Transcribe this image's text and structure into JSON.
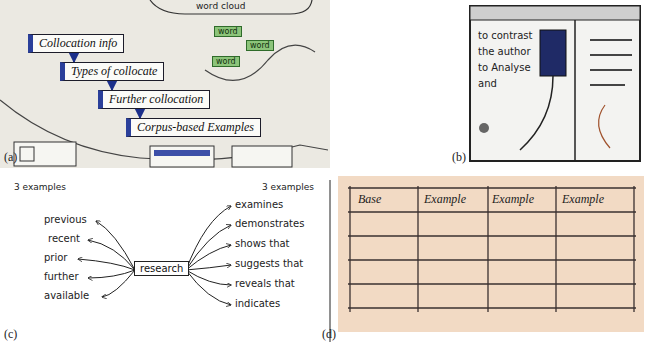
{
  "diagram": {
    "nodes": [
      {
        "text": [
          "Collocation info"
        ]
      },
      {
        "text": [
          "Types of collocate"
        ]
      },
      {
        "text": [
          "Further collocation"
        ]
      },
      {
        "text": [
          "Corpus-based Examples"
        ]
      },
      {
        "text": [
          "word"
        ]
      },
      {
        "text": [
          "word"
        ]
      },
      {
        "text": [
          "word"
        ]
      },
      {
        "text": [
          "research"
        ]
      }
    ],
    "edges": [
      {
        "from": 0,
        "to": 1,
        "arrow": "to"
      },
      {
        "from": 1,
        "to": 2,
        "arrow": "to"
      },
      {
        "from": 2,
        "to": 3,
        "arrow": "to"
      }
    ],
    "labels": [
      "(a)",
      "(b)",
      "(c)",
      "(d)",
      "word cloud",
      "to contrast",
      "the author",
      "to Analyse",
      "and",
      "3 examples",
      "3 examples",
      "previous",
      "recent",
      "prior",
      "further",
      "available",
      "examines",
      "demonstrates",
      "shows that",
      "suggests that",
      "reveals that",
      "indicates",
      "Base",
      "Example",
      "Example",
      "Example"
    ]
  }
}
